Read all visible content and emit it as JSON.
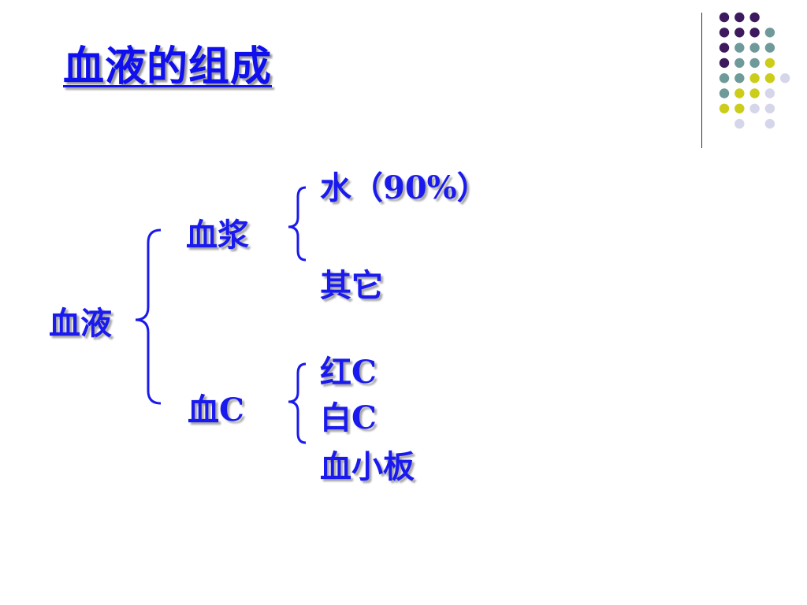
{
  "slide": {
    "title": "血液的组成"
  },
  "tree": {
    "root": "血液",
    "plasma": {
      "label": "血浆",
      "children": [
        "水（90%）",
        "其它"
      ]
    },
    "cells": {
      "label": "血C",
      "children": [
        "红C",
        "白C",
        "血小板"
      ]
    }
  },
  "colors": {
    "text": "#1a1aee",
    "brace": "#1a1aee",
    "purple": "#3d1a5e",
    "teal": "#6f9a9a",
    "lime": "#cccc1a",
    "lavender": "#d6d6ea"
  },
  "decor": {
    "dot_grid": [
      [
        1,
        1,
        1,
        0,
        0
      ],
      [
        1,
        1,
        1,
        2,
        0
      ],
      [
        1,
        2,
        2,
        2,
        0
      ],
      [
        1,
        2,
        2,
        3,
        0
      ],
      [
        2,
        2,
        3,
        3,
        4
      ],
      [
        2,
        3,
        3,
        4,
        0
      ],
      [
        3,
        3,
        4,
        4,
        0
      ],
      [
        0,
        4,
        0,
        4,
        0
      ]
    ]
  }
}
